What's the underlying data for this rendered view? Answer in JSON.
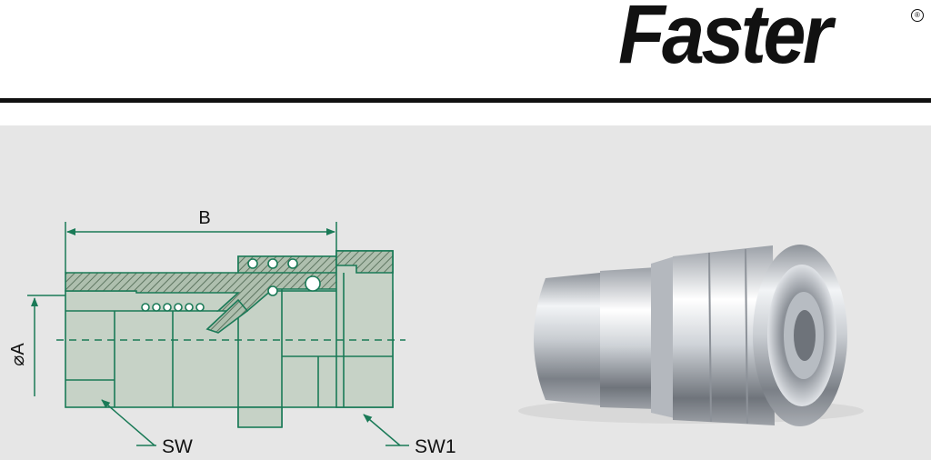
{
  "brand": {
    "name": "Faster",
    "registered_mark": "®"
  },
  "drawing": {
    "dimension_length": "B",
    "dimension_diameter": "⌀A",
    "callout_body": "SW",
    "callout_nut": "SW1"
  },
  "colors": {
    "accent": "#1a7a57",
    "rule": "#111111",
    "panel": "#e6e6e6",
    "hatch": "#7d9480"
  }
}
